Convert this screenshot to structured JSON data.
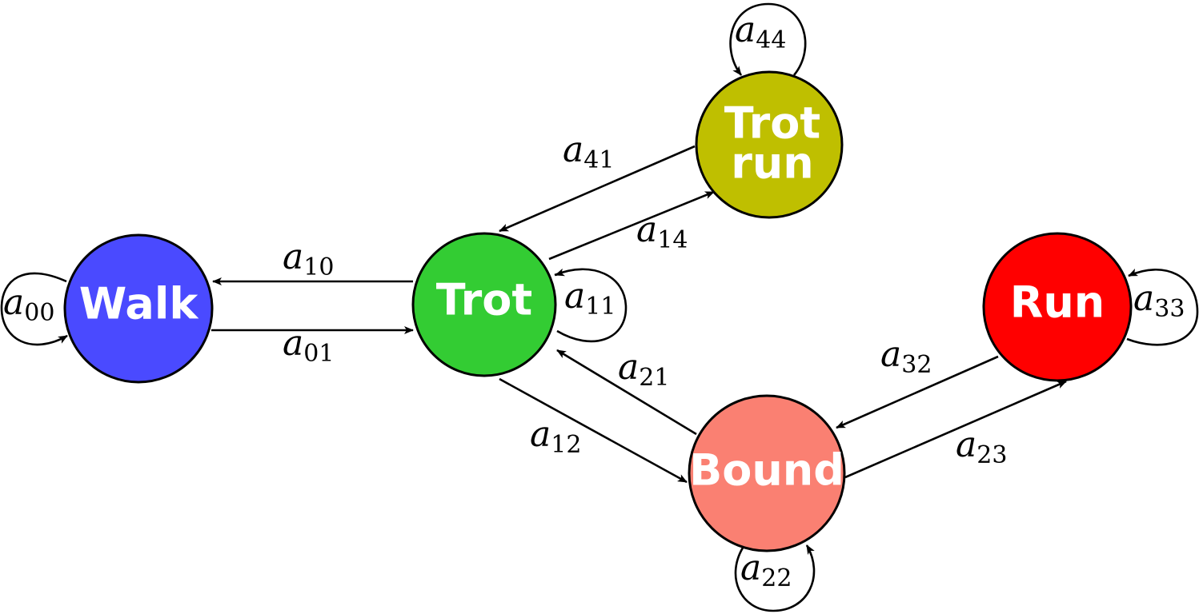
{
  "nodes": {
    "walk": {
      "label": "Walk",
      "color": "#4a4aff"
    },
    "trot": {
      "label": "Trot",
      "color": "#33cc33"
    },
    "trotrun": {
      "label_line1": "Trot",
      "label_line2": "run",
      "color": "#bfbf00"
    },
    "bound": {
      "label": "Bound",
      "color": "#fa8072"
    },
    "run": {
      "label": "Run",
      "color": "#ff0000"
    }
  },
  "edges": {
    "a00": {
      "var": "a",
      "sub": "00"
    },
    "a01": {
      "var": "a",
      "sub": "01"
    },
    "a10": {
      "var": "a",
      "sub": "10"
    },
    "a11": {
      "var": "a",
      "sub": "11"
    },
    "a12": {
      "var": "a",
      "sub": "12"
    },
    "a21": {
      "var": "a",
      "sub": "21"
    },
    "a14": {
      "var": "a",
      "sub": "14"
    },
    "a41": {
      "var": "a",
      "sub": "41"
    },
    "a44": {
      "var": "a",
      "sub": "44"
    },
    "a22": {
      "var": "a",
      "sub": "22"
    },
    "a23": {
      "var": "a",
      "sub": "23"
    },
    "a32": {
      "var": "a",
      "sub": "32"
    },
    "a33": {
      "var": "a",
      "sub": "33"
    }
  }
}
